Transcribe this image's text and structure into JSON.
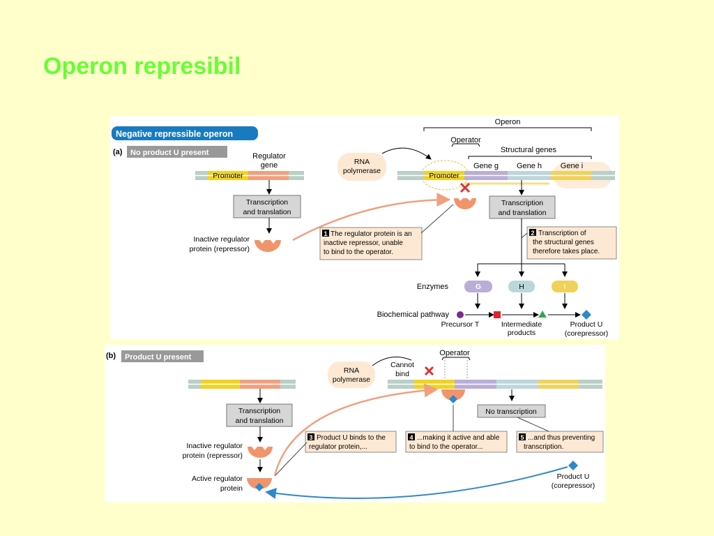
{
  "slide": {
    "title": "Operon represibil"
  },
  "colors": {
    "background": "#ffffcc",
    "title": "#66ff33",
    "banner": "#1a7abf",
    "tag": "#999999",
    "promoter": "#f2d21f",
    "regulator_gene": "#f0a07e",
    "operator": "#b8aed6",
    "gene_h": "#bcd7da",
    "gene_i": "#f0d25a",
    "repressor": "#f0956b",
    "callout_bg": "#fde9d3",
    "arrow_orange": "#f0a07e",
    "arrow_blue": "#2f88c8"
  },
  "panel_a": {
    "banner": "Negative repressible operon",
    "label": "(a)",
    "tag": "No product U present",
    "regulator_gene": [
      "Regulator",
      "gene"
    ],
    "promoter": "Promoter",
    "operon": "Operon",
    "operator": "Operator",
    "structural_genes": "Structural genes",
    "rna_polymerase": [
      "RNA",
      "polymerase"
    ],
    "promoter2": "Promoter",
    "gene_g": "Gene g",
    "gene_h": "Gene h",
    "gene_i": "Gene i",
    "transcription_left": [
      "Transcription",
      "and translation"
    ],
    "transcription_right": [
      "Transcription",
      "and translation"
    ],
    "inactive_regulator": [
      "Inactive regulator",
      "protein (repressor)"
    ],
    "callout1": {
      "num": "1",
      "lines": [
        "The regulator protein is an",
        "inactive repressor, unable",
        "to bind to the operator."
      ]
    },
    "callout2": {
      "num": "2",
      "lines": [
        "Transcription of",
        "the structural genes",
        "therefore takes place."
      ]
    },
    "enzymes_label": "Enzymes",
    "enzymes": [
      "G",
      "H",
      "I"
    ],
    "pathway_label": "Biochemical pathway",
    "precursor": "Precursor T",
    "intermediate": [
      "Intermediate",
      "products"
    ],
    "product": [
      "Product U",
      "(corepressor)"
    ]
  },
  "panel_b": {
    "label": "(b)",
    "tag": "Product U present",
    "operator": "Operator",
    "rna_polymerase": [
      "RNA",
      "polymerase"
    ],
    "cannot_bind": [
      "Cannot",
      "bind"
    ],
    "transcription": [
      "Transcription",
      "and translation"
    ],
    "no_transcription": "No transcription",
    "inactive_regulator": [
      "Inactive regulator",
      "protein (repressor)"
    ],
    "active_regulator": [
      "Active regulator",
      "protein"
    ],
    "callout3": {
      "num": "3",
      "lines": [
        "Product U binds to the",
        "regulator protein,..."
      ]
    },
    "callout4": {
      "num": "4",
      "lines": [
        "...making it active and able",
        "to bind to the operator..."
      ]
    },
    "callout5": {
      "num": "5",
      "lines": [
        "...and thus preventing",
        "transcription."
      ]
    },
    "product": [
      "Product U",
      "(corepressor)"
    ]
  }
}
